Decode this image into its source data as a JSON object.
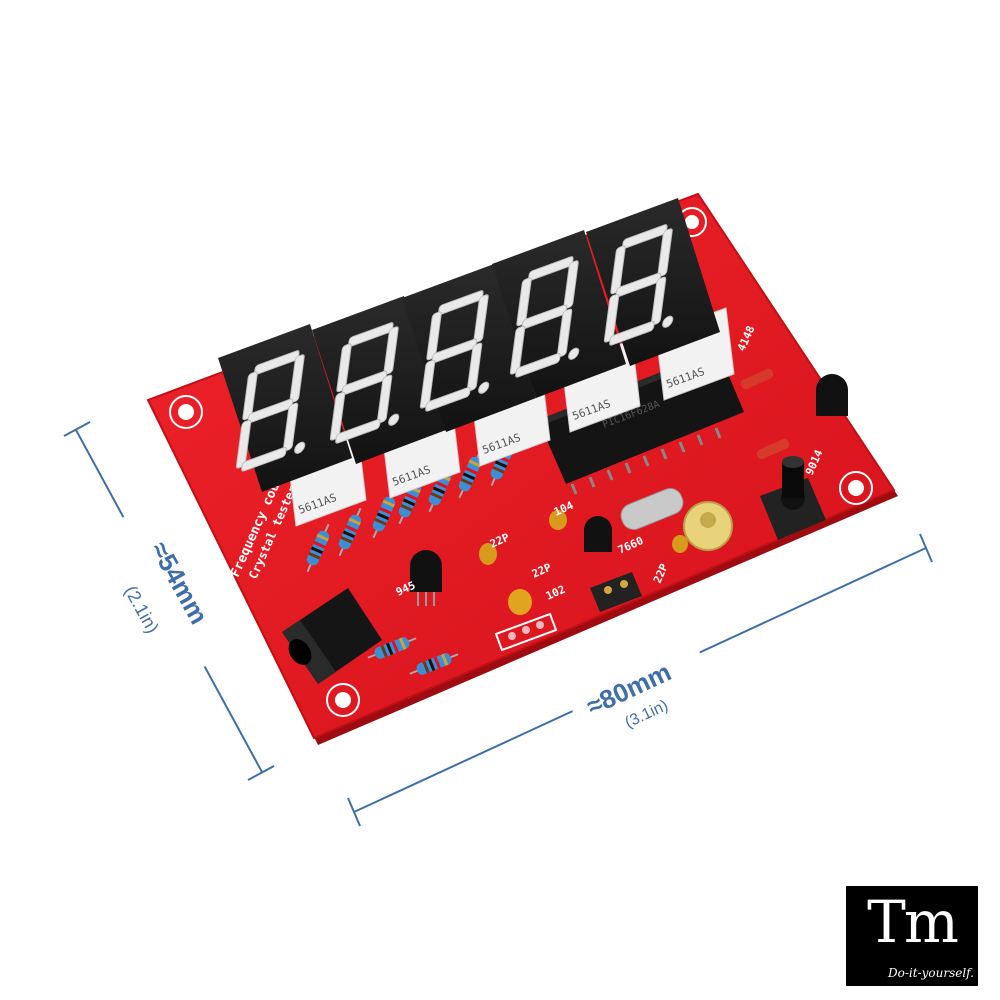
{
  "dimensions": {
    "height": {
      "label": "≈54mm",
      "sub": "(2.1in)"
    },
    "width": {
      "label": "≈80mm",
      "sub": "(3.1in)"
    }
  },
  "displays": {
    "part_number": "5611AS",
    "count": 5
  },
  "board": {
    "silk_title": "Frequency counter",
    "silk_subtitle": "Crystal tester",
    "labels": {
      "diode": "4148",
      "transistor": "945",
      "transistor2": "9014",
      "cap_22p_a": "22P",
      "cap_22p_b": "22P",
      "cap_22p_c": "22P",
      "cap_102": "102",
      "cap_104": "104",
      "chip": "PIC16F628A",
      "reg": "7660"
    }
  },
  "logo": {
    "mark": "Tm",
    "tagline": "Do-it-yourself."
  },
  "colors": {
    "pcb": "#e8141c",
    "pcb_dark": "#b30d12",
    "dimension": "#3e6fa8",
    "display_body": "#1b1b1b"
  }
}
